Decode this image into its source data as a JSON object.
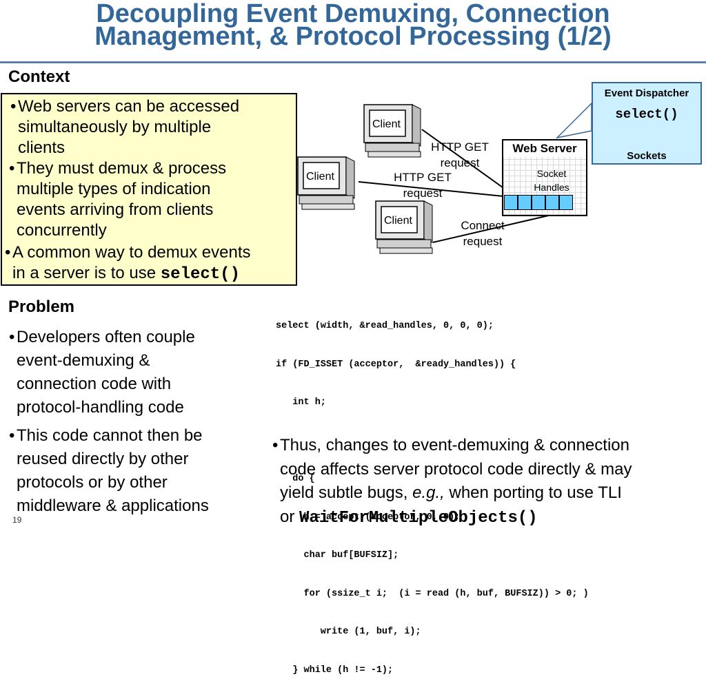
{
  "title": {
    "line1": "Decoupling Event Demuxing, Connection",
    "line2": "Management, & Protocol Processing (1/2)"
  },
  "context": {
    "heading": "Context",
    "bullets": [
      [
        "Web servers can be accessed",
        "simultaneously by multiple",
        "clients"
      ],
      [
        "They must demux & process",
        "multiple types of indication",
        "events arriving from clients",
        "concurrently"
      ]
    ],
    "bullet3_line1": "A common way to demux events",
    "bullet3_line2": "in a server is to use ",
    "bullet3_code": "select()"
  },
  "problem": {
    "heading": "Problem",
    "bullets": [
      [
        "Developers often couple",
        "event-demuxing &",
        "connection code with",
        "protocol-handling code"
      ],
      [
        "This code cannot then be",
        "reused directly by other",
        "protocols or by other",
        "middleware & applications"
      ]
    ]
  },
  "code": [
    "select (width, &read_handles, 0, 0, 0);",
    "if (FD_ISSET (acceptor,  &ready_handles)) {",
    "   int h;",
    "",
    "   do {",
    "     h = accept (acceptor, 0, 0);",
    "     char buf[BUFSIZ];",
    "     for (ssize_t i;  (i = read (h, buf, BUFSIZ)) > 0; )",
    "        write (1, buf, i);",
    "   } while (h != -1);"
  ],
  "conclusion": {
    "line1": "Thus, changes to event-demuxing & connection",
    "line2": "code affects server protocol code directly & may",
    "line3a": "yield subtle bugs, ",
    "line3_em": "e.g.,",
    "line3b": " when porting to use TLI",
    "line4a": "or ",
    "line4_code": "WaitForMultipleObjects()"
  },
  "diagram": {
    "event_dispatcher": "Event Dispatcher",
    "select": "select()",
    "sockets": "Sockets",
    "web_server": "Web Server",
    "socket_handles_1": "Socket",
    "socket_handles_2": "Handles",
    "client_label": "Client",
    "http_get_1a": "HTTP GET",
    "http_get_1b": "request",
    "http_get_2a": "HTTP GET",
    "http_get_2b": "request",
    "connect_a": "Connect",
    "connect_b": "request"
  },
  "page_number": "19",
  "colors": {
    "title": "#336699",
    "context_bg": "#ffffcc",
    "dispatcher_bg": "#ccf0ff",
    "socket_cell": "#66ccff"
  }
}
